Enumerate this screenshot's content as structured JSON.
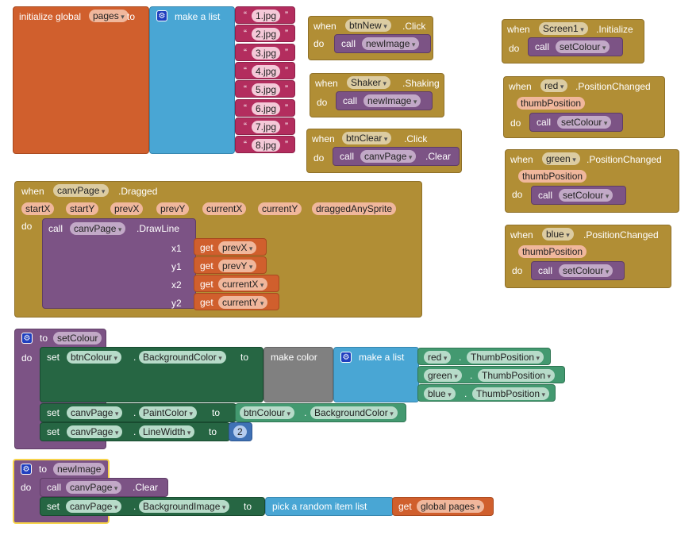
{
  "init_global": {
    "initialize": "initialize global",
    "name": "pages",
    "to": "to",
    "make_list": "make a list",
    "items": [
      "1.jpg",
      "2.jpg",
      "3.jpg",
      "4.jpg",
      "5.jpg",
      "6.jpg",
      "7.jpg",
      "8.jpg"
    ]
  },
  "btnNew_click": {
    "when": "when",
    "component": "btnNew",
    "event": ".Click",
    "do": "do",
    "call": "call",
    "proc": "newImage"
  },
  "shaker": {
    "when": "when",
    "component": "Shaker",
    "event": ".Shaking",
    "do": "do",
    "call": "call",
    "proc": "newImage"
  },
  "btnClear_click": {
    "when": "when",
    "component": "btnClear",
    "event": ".Click",
    "do": "do",
    "call": "call",
    "component2": "canvPage",
    "method": ".Clear"
  },
  "screen_init": {
    "when": "when",
    "component": "Screen1",
    "event": ".Initialize",
    "do": "do",
    "call": "call",
    "proc": "setColour"
  },
  "red_changed": {
    "when": "when",
    "component": "red",
    "event": ".PositionChanged",
    "param": "thumbPosition",
    "do": "do",
    "call": "call",
    "proc": "setColour"
  },
  "green_changed": {
    "when": "when",
    "component": "green",
    "event": ".PositionChanged",
    "param": "thumbPosition",
    "do": "do",
    "call": "call",
    "proc": "setColour"
  },
  "blue_changed": {
    "when": "when",
    "component": "blue",
    "event": ".PositionChanged",
    "param": "thumbPosition",
    "do": "do",
    "call": "call",
    "proc": "setColour"
  },
  "dragged": {
    "when": "when",
    "component": "canvPage",
    "event": ".Dragged",
    "params": [
      "startX",
      "startY",
      "prevX",
      "prevY",
      "currentX",
      "currentY",
      "draggedAnySprite"
    ],
    "do": "do",
    "call": "call",
    "component2": "canvPage",
    "method": ".DrawLine",
    "args": [
      {
        "label": "x1",
        "get": "get",
        "var": "prevX"
      },
      {
        "label": "y1",
        "get": "get",
        "var": "prevY"
      },
      {
        "label": "x2",
        "get": "get",
        "var": "currentX"
      },
      {
        "label": "y2",
        "get": "get",
        "var": "currentY"
      }
    ]
  },
  "setColour_proc": {
    "to": "to",
    "name": "setColour",
    "do": "do",
    "set1": {
      "set": "set",
      "component": "btnColour",
      "dot": ".",
      "prop": "BackgroundColor",
      "to": "to",
      "make_color": "make color",
      "make_list": "make a list",
      "items": [
        {
          "comp": "red",
          "dot": ".",
          "prop": "ThumbPosition"
        },
        {
          "comp": "green",
          "dot": ".",
          "prop": "ThumbPosition"
        },
        {
          "comp": "blue",
          "dot": ".",
          "prop": "ThumbPosition"
        }
      ]
    },
    "set2": {
      "set": "set",
      "component": "canvPage",
      "dot": ".",
      "prop": "PaintColor",
      "to": "to",
      "src_comp": "btnColour",
      "src_dot": ".",
      "src_prop": "BackgroundColor"
    },
    "set3": {
      "set": "set",
      "component": "canvPage",
      "dot": ".",
      "prop": "LineWidth",
      "to": "to",
      "value": "2"
    }
  },
  "newImage_proc": {
    "to": "to",
    "name": "newImage",
    "do": "do",
    "call": "call",
    "component": "canvPage",
    "method": ".Clear",
    "set": "set",
    "set_comp": "canvPage",
    "dot": ".",
    "prop": "BackgroundImage",
    "to2": "to",
    "pick": "pick a random item  list",
    "get": "get",
    "global": "global pages"
  },
  "colors": {
    "control": "#b18e35",
    "procedure": "#7c5385",
    "variable": "#d05f2d",
    "list": "#49a6d4",
    "text": "#b32d5e",
    "setter": "#266643",
    "component": "#439970",
    "color": "#808080",
    "math": "#3f71b5"
  }
}
